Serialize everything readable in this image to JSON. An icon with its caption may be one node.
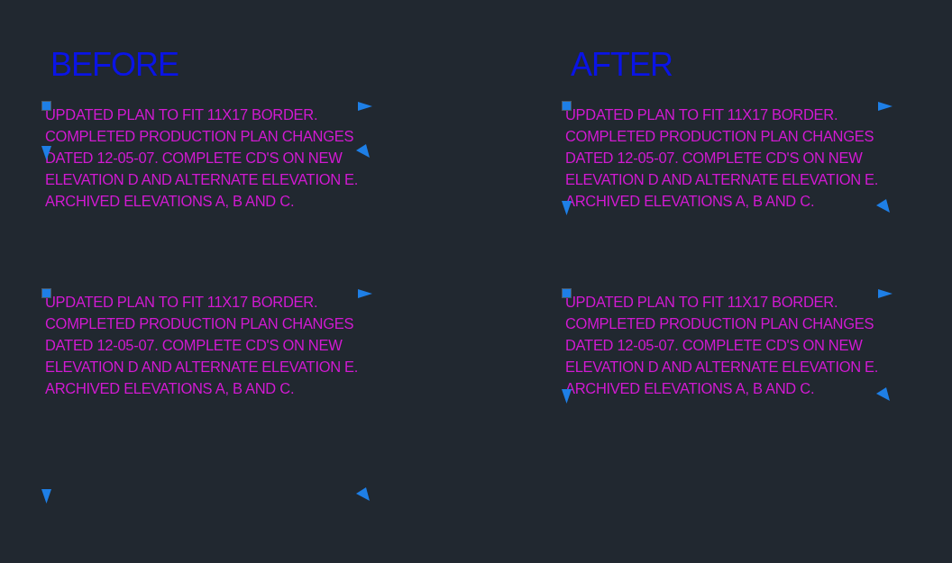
{
  "diagram": {
    "labels": [
      "BEFORE",
      "AFTER",
      "UPDATED PLAN TO FIT 11X17 BORDER. COMPLETED PRODUCTION PLAN CHANGES DATED 12-05-07. COMPLETE CD'S ON NEW ELEVATION D AND ALTERNATE ELEVATION E. ARCHIVED ELEVATIONS A, B AND C.",
      "UPDATED PLAN TO FIT 11X17 BORDER. COMPLETED PRODUCTION PLAN CHANGES DATED 12-05-07. COMPLETE CD'S ON NEW ELEVATION D AND ALTERNATE ELEVATION E. ARCHIVED ELEVATIONS A, B AND C.",
      "UPDATED PLAN TO FIT 11X17 BORDER. COMPLETED PRODUCTION PLAN CHANGES DATED 12-05-07. COMPLETE CD'S ON NEW ELEVATION D AND ALTERNATE ELEVATION E. ARCHIVED ELEVATIONS A, B AND C.",
      "UPDATED PLAN TO FIT 11X17 BORDER. COMPLETED PRODUCTION PLAN CHANGES DATED 12-05-07. COMPLETE CD'S ON NEW ELEVATION D AND ALTERNATE ELEVATION E. ARCHIVED ELEVATIONS A, B AND C."
    ]
  }
}
